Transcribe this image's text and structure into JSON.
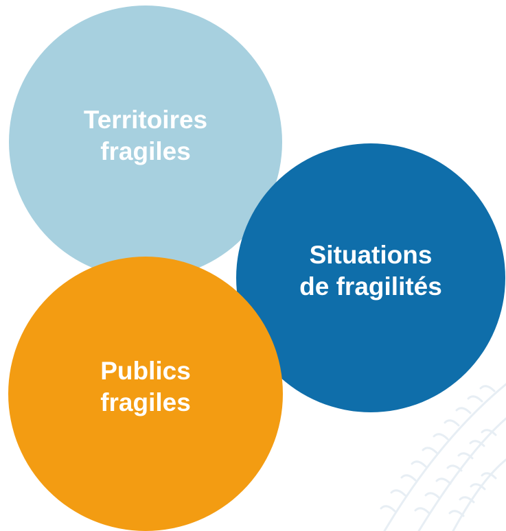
{
  "colors": {
    "territoires": "#a7d0df",
    "situations": "#0f6eaa",
    "publics": "#f39c12",
    "watermark": "#e7eef4"
  },
  "circles": [
    {
      "line1": "Territoires",
      "line2": "fragiles"
    },
    {
      "line1": "Situations",
      "line2": "de fragilités"
    },
    {
      "line1": "Publics",
      "line2": "fragiles"
    }
  ]
}
